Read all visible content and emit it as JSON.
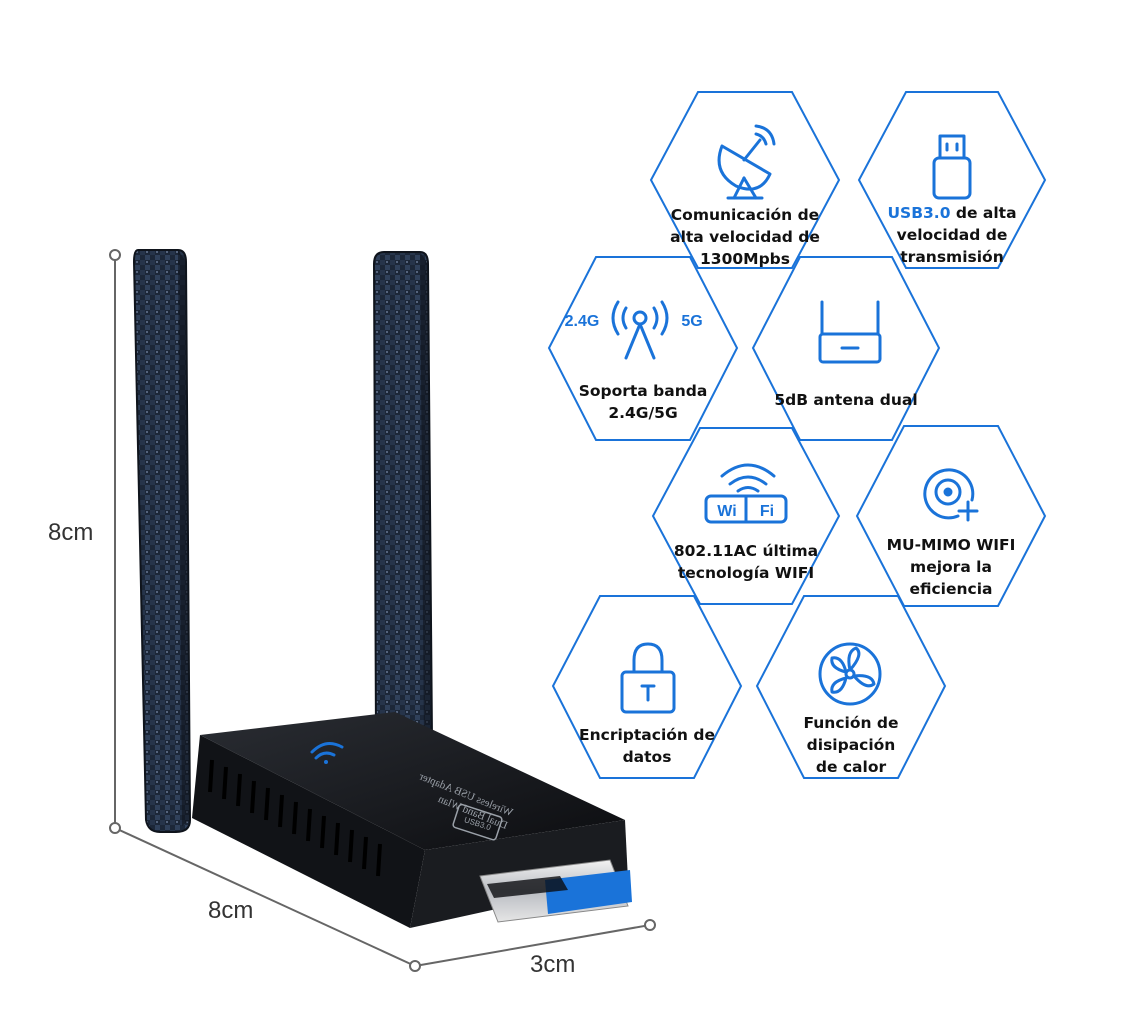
{
  "colors": {
    "accent": "#1a73d9",
    "text": "#111111",
    "dimension": "#555555"
  },
  "dimensions": {
    "height": "8cm",
    "length": "8cm",
    "width": "3cm"
  },
  "features": [
    {
      "icon": "satellite-dish-icon",
      "lines": [
        "Comunicación de",
        "alta velocidad de",
        "1300Mpbs"
      ]
    },
    {
      "icon": "usb-stick-icon",
      "accent_prefix": "USB3.0",
      "lines_first_rest": " de alta",
      "lines": [
        "velocidad de",
        "transmisión"
      ]
    },
    {
      "icon": "dual-band-antenna-icon",
      "band_left": "2.4G",
      "band_right": "5G",
      "lines": [
        "Soporta banda",
        "2.4G/5G"
      ]
    },
    {
      "icon": "router-antenna-icon",
      "lines": [
        "5dB antena dual"
      ]
    },
    {
      "icon": "wifi-icon",
      "badge_left": "Wi",
      "badge_right": "Fi",
      "lines": [
        "802.11AC última",
        "tecnología WIFI"
      ]
    },
    {
      "icon": "mu-mimo-signal-icon",
      "lines": [
        "MU-MIMO WIFI",
        "mejora la",
        "eficiencia"
      ]
    },
    {
      "icon": "lock-icon",
      "lines": [
        "Encriptación de",
        "datos"
      ]
    },
    {
      "icon": "fan-icon",
      "lines": [
        "Función de",
        "disipación",
        "de calor"
      ]
    }
  ],
  "device": {
    "label_line1": "Dual Band Wlan",
    "label_line2": "Wireless USB Adapter",
    "port_label": "USB3.0"
  }
}
